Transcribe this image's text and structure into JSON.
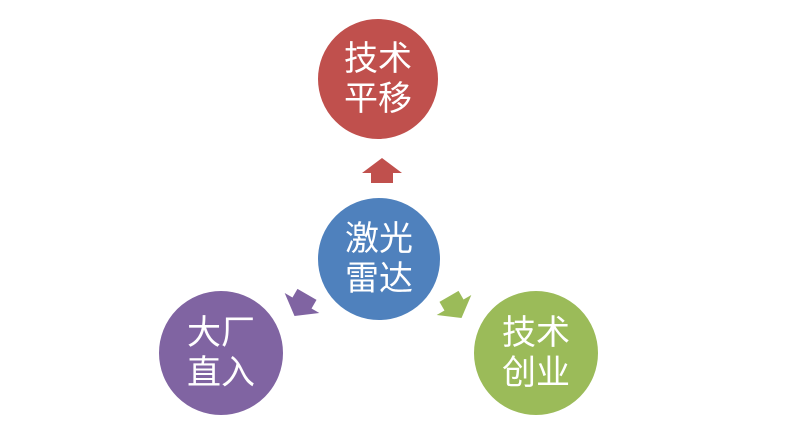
{
  "diagram": {
    "center": {
      "lines": [
        "激光",
        "雷达"
      ],
      "color": "#4f81bd"
    },
    "top": {
      "lines": [
        "技术",
        "平移"
      ],
      "color": "#c0504d"
    },
    "left": {
      "lines": [
        "大厂",
        "直入"
      ],
      "color": "#8064a2"
    },
    "right": {
      "lines": [
        "技术",
        "创业"
      ],
      "color": "#9bbb59"
    }
  }
}
